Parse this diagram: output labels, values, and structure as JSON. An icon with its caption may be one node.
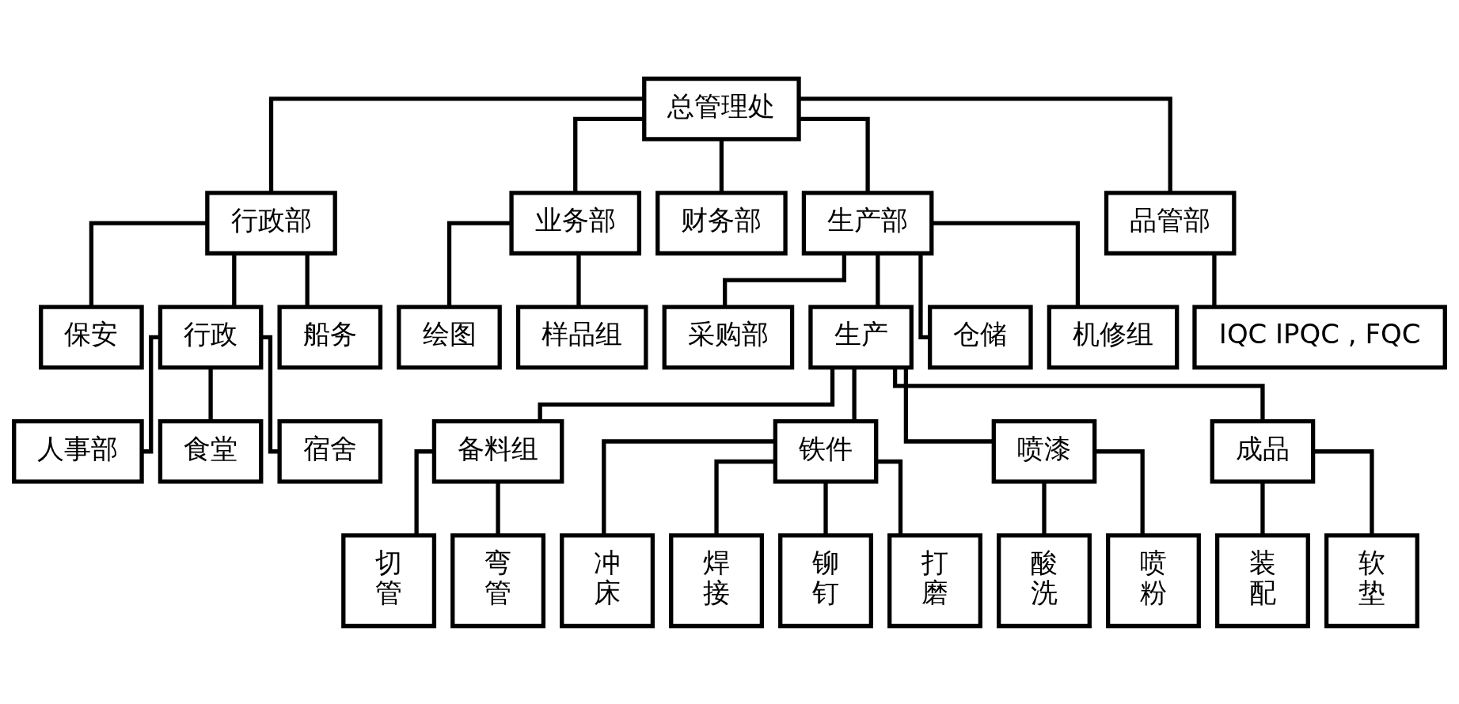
{
  "diagram": {
    "nodes": [
      {
        "text": [
          "总管理处"
        ]
      },
      {
        "text": [
          "行政部"
        ]
      },
      {
        "text": [
          "业务部"
        ]
      },
      {
        "text": [
          "财务部"
        ]
      },
      {
        "text": [
          "生产部"
        ]
      },
      {
        "text": [
          "品管部"
        ]
      },
      {
        "text": [
          "保安"
        ]
      },
      {
        "text": [
          "行政"
        ]
      },
      {
        "text": [
          "船务"
        ]
      },
      {
        "text": [
          "人事部"
        ]
      },
      {
        "text": [
          "食堂"
        ]
      },
      {
        "text": [
          "宿舍"
        ]
      },
      {
        "text": [
          "绘图"
        ]
      },
      {
        "text": [
          "样品组"
        ]
      },
      {
        "text": [
          "采购部"
        ]
      },
      {
        "text": [
          "生产"
        ]
      },
      {
        "text": [
          "仓储"
        ]
      },
      {
        "text": [
          "机修组"
        ]
      },
      {
        "text": [
          "IQC IPQC , FQC"
        ]
      },
      {
        "text": [
          "备料组"
        ]
      },
      {
        "text": [
          "铁件"
        ]
      },
      {
        "text": [
          "喷漆"
        ]
      },
      {
        "text": [
          "成品"
        ]
      },
      {
        "text": [
          "切管"
        ]
      },
      {
        "text": [
          "弯管"
        ]
      },
      {
        "text": [
          "冲床"
        ]
      },
      {
        "text": [
          "焊接"
        ]
      },
      {
        "text": [
          "铆钉"
        ]
      },
      {
        "text": [
          "打磨"
        ]
      },
      {
        "text": [
          "酸洗"
        ]
      },
      {
        "text": [
          "喷粉"
        ]
      },
      {
        "text": [
          "装配"
        ]
      },
      {
        "text": [
          "软垫"
        ]
      }
    ],
    "edges": [
      {
        "from": 0,
        "to": 1,
        "arrow": "none"
      },
      {
        "from": 0,
        "to": 2,
        "arrow": "none"
      },
      {
        "from": 0,
        "to": 3,
        "arrow": "none"
      },
      {
        "from": 0,
        "to": 4,
        "arrow": "none"
      },
      {
        "from": 0,
        "to": 5,
        "arrow": "none"
      },
      {
        "from": 1,
        "to": 6,
        "arrow": "none"
      },
      {
        "from": 1,
        "to": 7,
        "arrow": "none"
      },
      {
        "from": 1,
        "to": 8,
        "arrow": "none"
      },
      {
        "from": 7,
        "to": 9,
        "arrow": "none"
      },
      {
        "from": 7,
        "to": 10,
        "arrow": "none"
      },
      {
        "from": 7,
        "to": 11,
        "arrow": "none"
      },
      {
        "from": 2,
        "to": 12,
        "arrow": "none"
      },
      {
        "from": 2,
        "to": 13,
        "arrow": "none"
      },
      {
        "from": 4,
        "to": 14,
        "arrow": "none"
      },
      {
        "from": 4,
        "to": 15,
        "arrow": "none"
      },
      {
        "from": 4,
        "to": 16,
        "arrow": "none"
      },
      {
        "from": 4,
        "to": 17,
        "arrow": "none"
      },
      {
        "from": 5,
        "to": 18,
        "arrow": "none"
      },
      {
        "from": 15,
        "to": 19,
        "arrow": "none"
      },
      {
        "from": 15,
        "to": 20,
        "arrow": "none"
      },
      {
        "from": 15,
        "to": 21,
        "arrow": "none"
      },
      {
        "from": 15,
        "to": 22,
        "arrow": "none"
      },
      {
        "from": 19,
        "to": 23,
        "arrow": "none"
      },
      {
        "from": 19,
        "to": 24,
        "arrow": "none"
      },
      {
        "from": 20,
        "to": 25,
        "arrow": "none"
      },
      {
        "from": 20,
        "to": 26,
        "arrow": "none"
      },
      {
        "from": 20,
        "to": 27,
        "arrow": "none"
      },
      {
        "from": 20,
        "to": 28,
        "arrow": "none"
      },
      {
        "from": 21,
        "to": 29,
        "arrow": "none"
      },
      {
        "from": 21,
        "to": 30,
        "arrow": "none"
      },
      {
        "from": 22,
        "to": 31,
        "arrow": "none"
      },
      {
        "from": 22,
        "to": 32,
        "arrow": "none"
      }
    ]
  }
}
